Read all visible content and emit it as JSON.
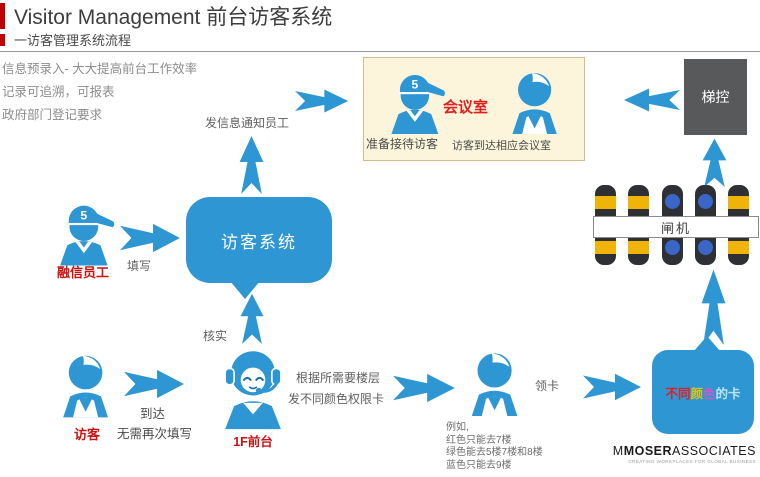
{
  "slide": {
    "title": "Visitor Management 前台访客系统",
    "subtitle": "一访客管理系统流程",
    "bullets": [
      "信息预录入- 大大提高前台工作效率",
      "记录可追溯，可报表",
      "政府部门登记要求"
    ]
  },
  "actors": {
    "employee_label": "融信员工",
    "visitor_label": "访客",
    "front_desk_label": "1F前台"
  },
  "icons": {
    "cap_number": "5"
  },
  "nodes": {
    "system": "访客系统",
    "elevator": "梯控",
    "gate": "闸机"
  },
  "conference": {
    "room": "会议室",
    "prepare": "准备接待访客",
    "arrive": "访客到达相应会议室"
  },
  "labels": {
    "notify": "发信息通知员工",
    "fill": "填写",
    "verify": "核实",
    "arrive": "到达",
    "no_refill": "无需再次填写",
    "issue_line1": "根据所需要楼层",
    "issue_line2": "发不同颜色权限卡",
    "get_card": "领卡"
  },
  "card_bubble": {
    "parts": [
      {
        "text": "不同",
        "color": "#E02020"
      },
      {
        "text": "颜",
        "color": "#D9C21C"
      },
      {
        "text": "色",
        "color": "#C75BC3"
      },
      {
        "text": "的卡",
        "color": "#BDE2F5"
      }
    ]
  },
  "card_notes": [
    "例如,",
    "红色只能去7楼",
    "绿色能去5楼7楼和8楼",
    "蓝色只能去9楼"
  ],
  "gate": {
    "pillars": [
      "band",
      "band",
      "dot",
      "dot",
      "band"
    ]
  },
  "logo": {
    "prefix": "M",
    "bold": "MOSER",
    "rest": "ASSOCIATES",
    "tagline": "CREATING WORKPLACES FOR GLOBAL BUSINESS"
  },
  "colors": {
    "blue": "#2E96D2",
    "red_label": "#CC1111",
    "accent_bar": "#C00000",
    "dark_box": "#58595B",
    "cream_bg": "#FCF5DC",
    "cream_border": "#CDC08C",
    "pillar_black": "#2F3033",
    "band_yellow": "#F0B409",
    "dot_blue": "#3A66C8"
  }
}
